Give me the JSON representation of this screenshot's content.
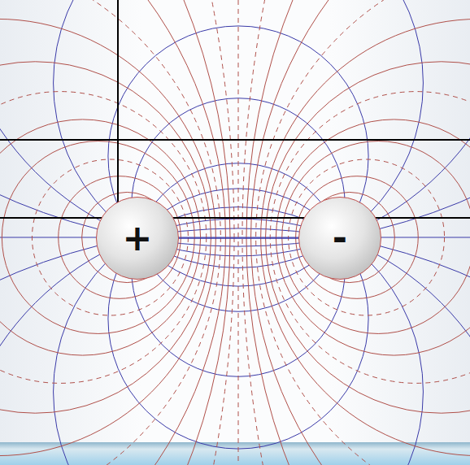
{
  "diagram": {
    "nodes": [
      {
        "text": [
          "+"
        ]
      },
      {
        "text": [
          "-"
        ]
      }
    ],
    "edges": [
      {
        "from": 0,
        "to": 1,
        "arrow": "none"
      }
    ]
  }
}
